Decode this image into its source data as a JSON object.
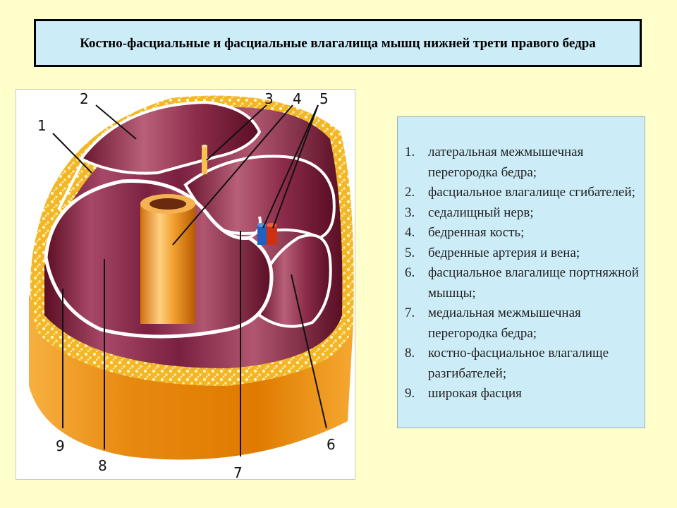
{
  "title": "Костно-фасциальные и фасциальные влагалища мышц нижней трети правого бедра",
  "figure": {
    "labels": [
      "1",
      "2",
      "3",
      "4",
      "5",
      "6",
      "7",
      "8",
      "9"
    ]
  },
  "legend": {
    "items": [
      {
        "num": "1.",
        "text": "латеральная межмышечная перегородка бедра;"
      },
      {
        "num": "2.",
        "text": "фасциальное влагалище сгибателей;"
      },
      {
        "num": "3.",
        "text": "седалищный нерв;"
      },
      {
        "num": "4.",
        "text": "бедренная кость;"
      },
      {
        "num": "5.",
        "text": "бедренные артерия и вена;"
      },
      {
        "num": "6.",
        "text": "фасциальное влагалище портняжной мышцы;"
      },
      {
        "num": "7.",
        "text": "медиальная межмышечная перегородка бедра;"
      },
      {
        "num": "8.",
        "text": "костно-фасциальное влагалище разгибателей;"
      },
      {
        "num": "9.",
        "text": "широкая фасция"
      }
    ]
  },
  "colors": {
    "background": "#ffffcc",
    "panel": "#ccecf8",
    "skin": "#f0b020",
    "muscle": "#9c3552",
    "bone": "#f0a030",
    "artery": "#d03010",
    "vein": "#2060c0"
  }
}
